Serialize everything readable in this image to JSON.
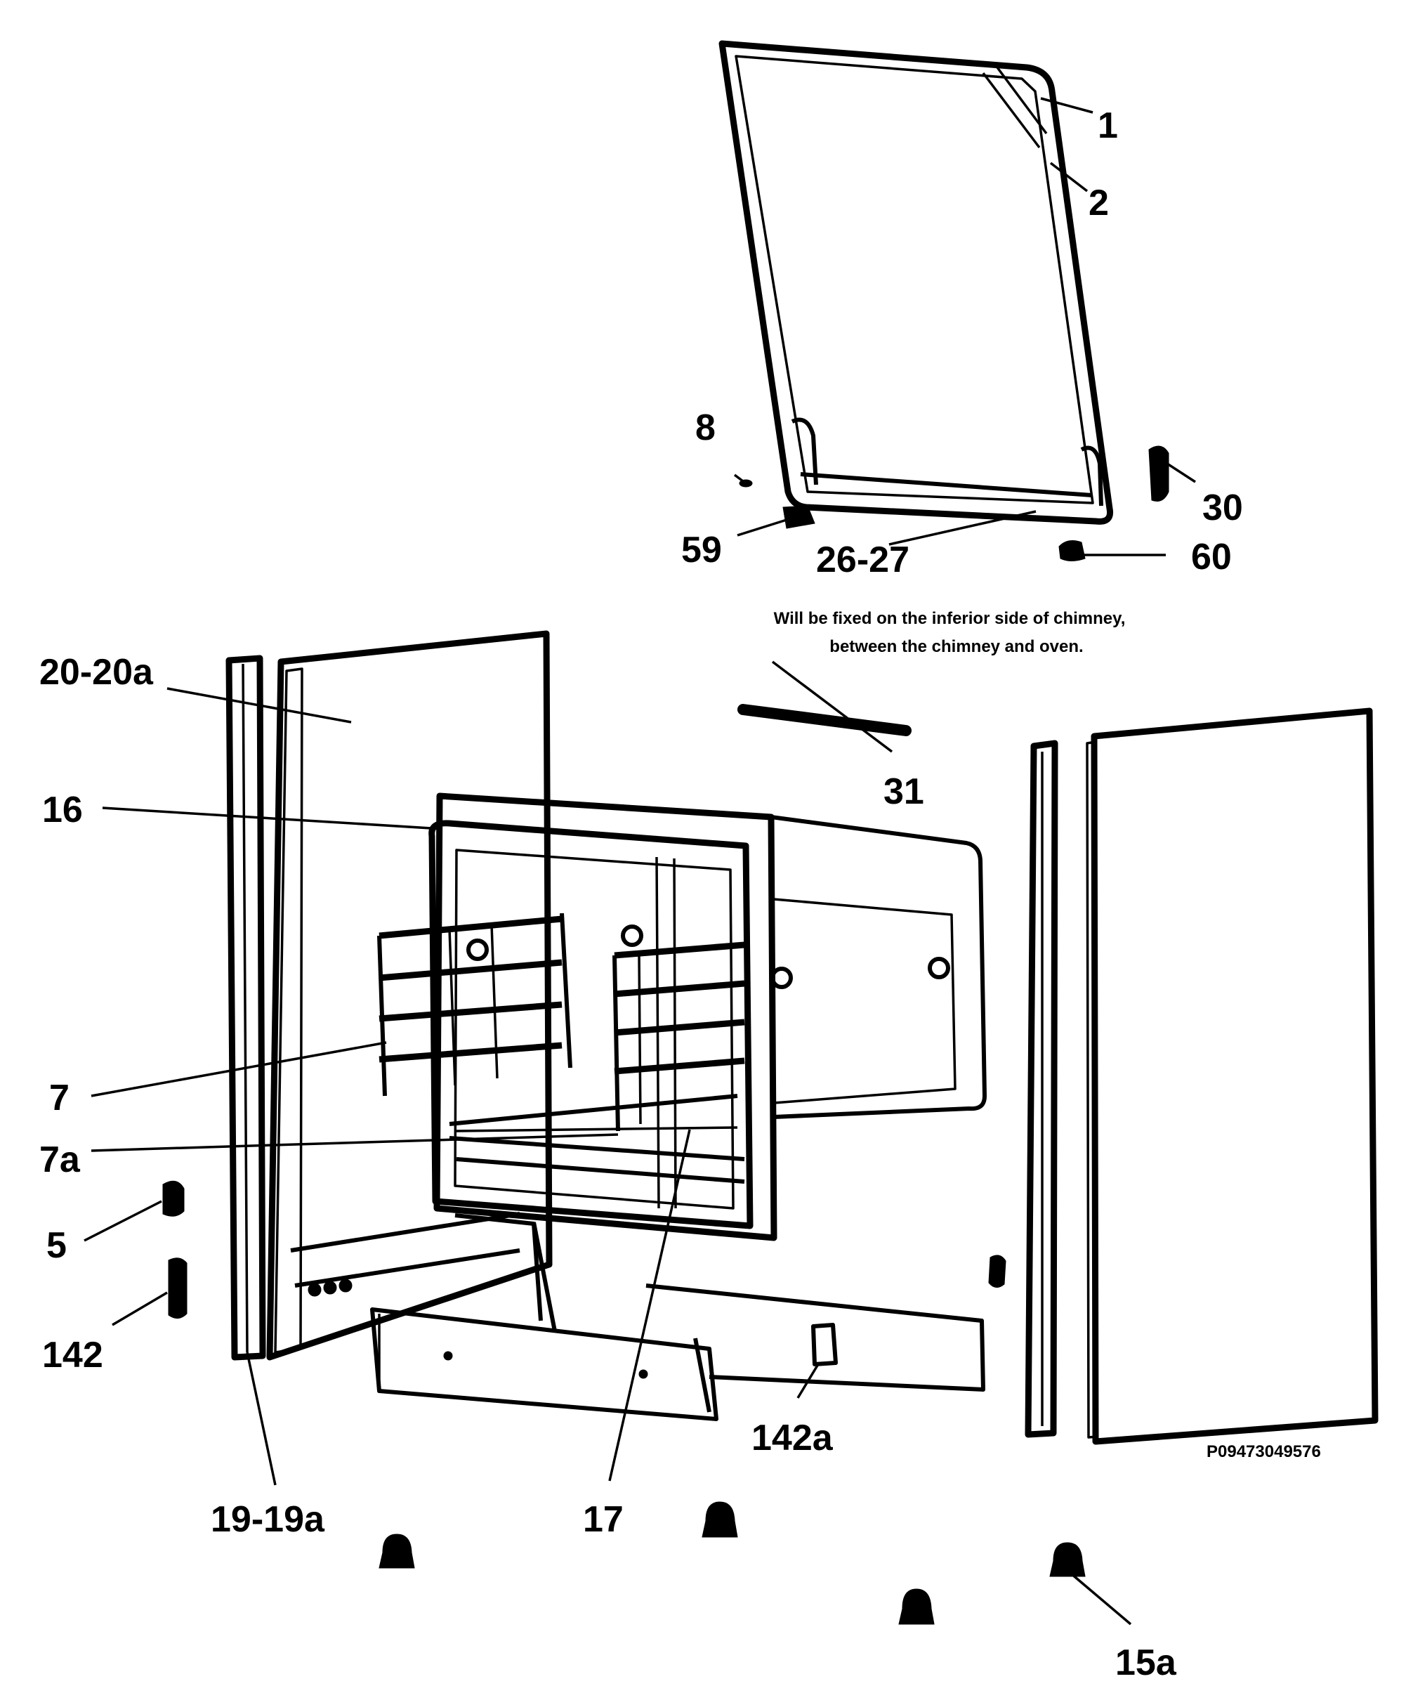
{
  "callouts": {
    "c1": "1",
    "c2": "2",
    "c8": "8",
    "c30": "30",
    "c59": "59",
    "c26_27": "26-27",
    "c60": "60",
    "c20_20a": "20-20a",
    "c31": "31",
    "c16": "16",
    "c7": "7",
    "c7a": "7a",
    "c5": "5",
    "c142": "142",
    "c142a": "142a",
    "c19_19a": "19-19a",
    "c17": "17",
    "c15a": "15a"
  },
  "note": {
    "line1": "Will be fixed on the inferior side of chimney,",
    "line2": "between the chimney and oven."
  },
  "reference_code": "P09473049576"
}
